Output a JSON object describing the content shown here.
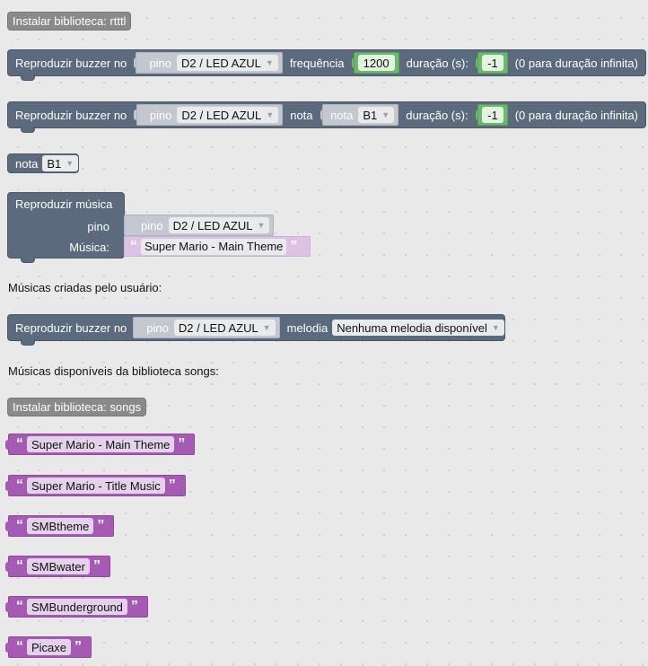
{
  "install_rtttl": "Instalar biblioteca: rtttl",
  "block1": {
    "label": "Reproduzir buzzer no",
    "pin_label": "pino",
    "pin_value": "D2 / LED AZUL",
    "freq_label": "frequência",
    "freq_value": "1200",
    "dur_label": "duração (s):",
    "dur_value": "-1",
    "hint": "(0 para duração infinita)"
  },
  "block2": {
    "label": "Reproduzir buzzer no",
    "pin_label": "pino",
    "pin_value": "D2 / LED AZUL",
    "note_label": "nota",
    "note_inner_label": "nota",
    "note_value": "B1",
    "dur_label": "duração (s):",
    "dur_value": "-1",
    "hint": "(0 para duração infinita)"
  },
  "note_block": {
    "label": "nota",
    "value": "B1"
  },
  "music_block": {
    "title": "Reproduzir música",
    "pin_label": "pino",
    "pin_inner_label": "pino",
    "pin_value": "D2 / LED AZUL",
    "music_label": "Música:",
    "music_value": "Super Mario - Main Theme"
  },
  "user_songs_heading": "Músicas criadas pelo usuário:",
  "block3": {
    "label": "Reproduzir buzzer no",
    "pin_label": "pino",
    "pin_value": "D2 / LED AZUL",
    "melody_label": "melodia",
    "melody_value": "Nenhuma melodia disponível"
  },
  "lib_songs_heading": "Músicas disponíveis da biblioteca songs:",
  "install_songs": "Instalar biblioteca: songs",
  "songs": [
    "Super Mario - Main Theme",
    "Super Mario - Title Music",
    "SMBtheme",
    "SMBwater",
    "SMBunderground",
    "Picaxe"
  ],
  "colors": {
    "workspace": "#e9e9e9",
    "block": "#5b6b7d",
    "number": "#6cb96b",
    "string": "#a55ab3",
    "library": "#8a8a8a"
  }
}
